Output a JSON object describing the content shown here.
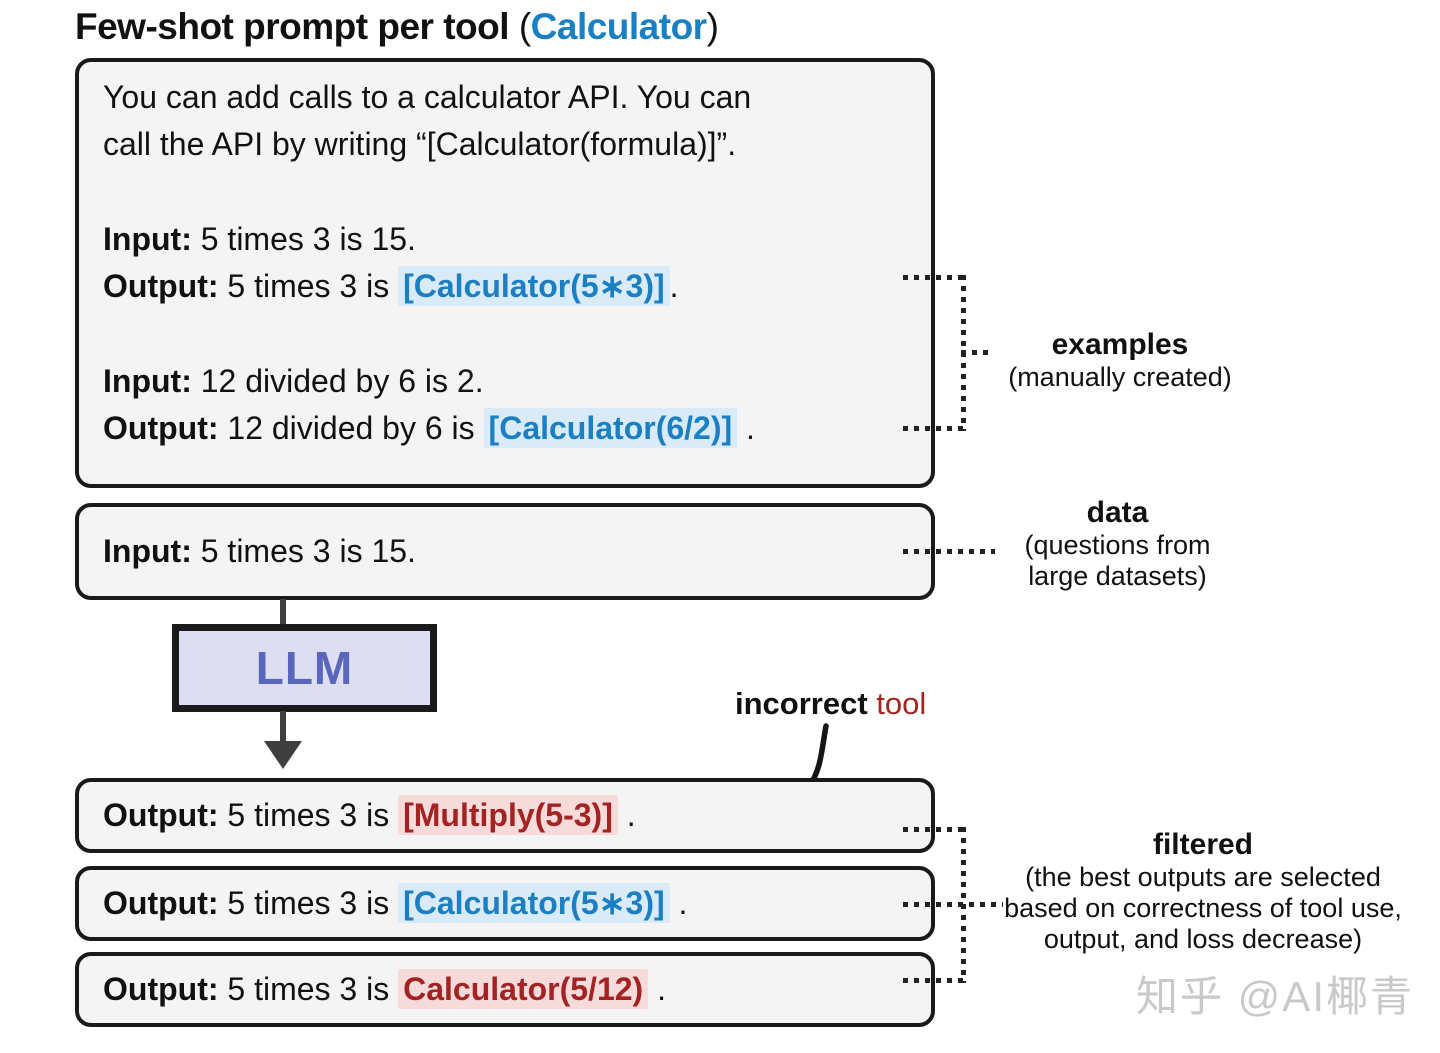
{
  "colors": {
    "accent_blue": "#1b7fc4",
    "blue_highlight_bg": "#d9eaf8",
    "error_red": "#a32222",
    "red_highlight_bg": "#f7dbda",
    "llm_fill": "#dedef2",
    "llm_text": "#5866bb",
    "box_fill": "#f4f4f4",
    "box_border": "#1a1a1a",
    "arrow_gray": "#3f3f3f",
    "watermark_gray": "#c9c9c9"
  },
  "title": {
    "main": "Few-shot prompt per tool ",
    "open_paren": "(",
    "tool_name": "Calculator",
    "close_paren": ")"
  },
  "prompt_box": {
    "instruction_line1": "You can add calls to a calculator API. You can",
    "instruction_line2": "call the API by writing “[Calculator(formula)]”.",
    "example1": {
      "input_label": "Input:",
      "input_text": " 5 times 3 is 15.",
      "output_label": "Output:",
      "output_pre": " 5 times 3 is ",
      "tool_call": "[Calculator(5∗3)]",
      "output_post": "."
    },
    "example2": {
      "input_label": "Input:",
      "input_text": " 12 divided by 6 is 2.",
      "output_label": "Output:",
      "output_pre": " 12 divided by 6 is ",
      "tool_call": "[Calculator(6/2)]",
      "output_post": " ."
    }
  },
  "input_box": {
    "label": "Input:",
    "text": " 5 times 3 is 15."
  },
  "llm_box": {
    "label": "LLM"
  },
  "incorrect_tool_label": {
    "bold_part": "incorrect",
    "red_part": " tool"
  },
  "output_boxes": [
    {
      "label": "Output:",
      "pre": " 5 times 3 is ",
      "tool_call": "[Multiply(5-3)]",
      "post": " .",
      "status": "incorrect"
    },
    {
      "label": "Output:",
      "pre": " 5 times 3 is ",
      "tool_call": "[Calculator(5∗3)]",
      "post": " .",
      "status": "correct"
    },
    {
      "label": "Output:",
      "pre": " 5 times 3 is ",
      "tool_call": "Calculator(5/12)",
      "post": " .",
      "status": "incorrect"
    }
  ],
  "annotations": {
    "examples": {
      "title": "examples",
      "subtitle": "(manually created)"
    },
    "data": {
      "title": "data",
      "subtitle_line1": "(questions from",
      "subtitle_line2": "large datasets)"
    },
    "filtered": {
      "title": "filtered",
      "subtitle_line1": "(the best outputs are selected",
      "subtitle_line2": "based on correctness of tool use,",
      "subtitle_line3": "output, and loss decrease)"
    }
  },
  "watermark": "知乎 @AI椰青"
}
